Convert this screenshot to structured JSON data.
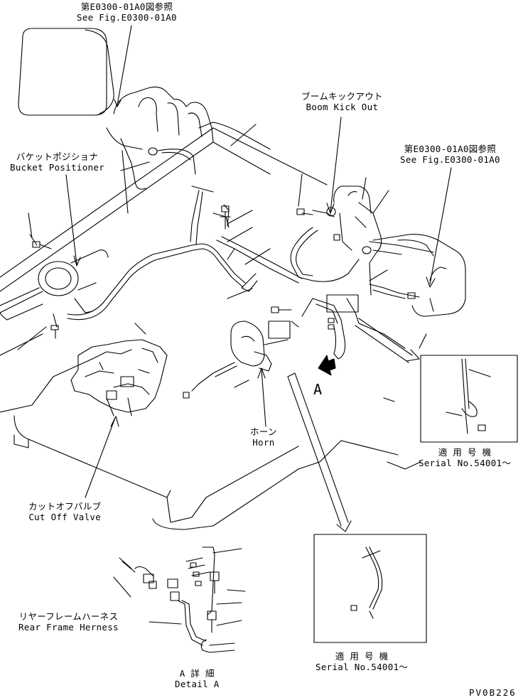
{
  "labels": {
    "see_fig_top_jp": "第E0300-01A0図参照",
    "see_fig_top_en": "See Fig.E0300-01A0",
    "bucket_positioner_jp": "バケットポジショナ",
    "bucket_positioner_en": "Bucket Positioner",
    "boom_kick_out_jp": "ブームキックアウト",
    "boom_kick_out_en": "Boom Kick Out",
    "see_fig_right_jp": "第E0300-01A0図参照",
    "see_fig_right_en": "See Fig.E0300-01A0",
    "horn_jp": "ホーン",
    "horn_en": "Horn",
    "cut_off_valve_jp": "カットオフバルブ",
    "cut_off_valve_en": "Cut Off Valve",
    "view_a": "A",
    "serial_right_jp": "適 用 号 機",
    "serial_right_en": "Serial No.54001～",
    "rear_frame_harness_jp": "リヤーフレームハーネス",
    "rear_frame_harness_en": "Rear Frame Herness",
    "detail_a_jp": "A 詳 細",
    "detail_a_en": "Detail A",
    "serial_bottom_jp": "適 用 号 機",
    "serial_bottom_en": "Serial No.54001～",
    "drawing_code": "PV0B226"
  },
  "colors": {
    "line": "#000000",
    "background": "#ffffff"
  }
}
